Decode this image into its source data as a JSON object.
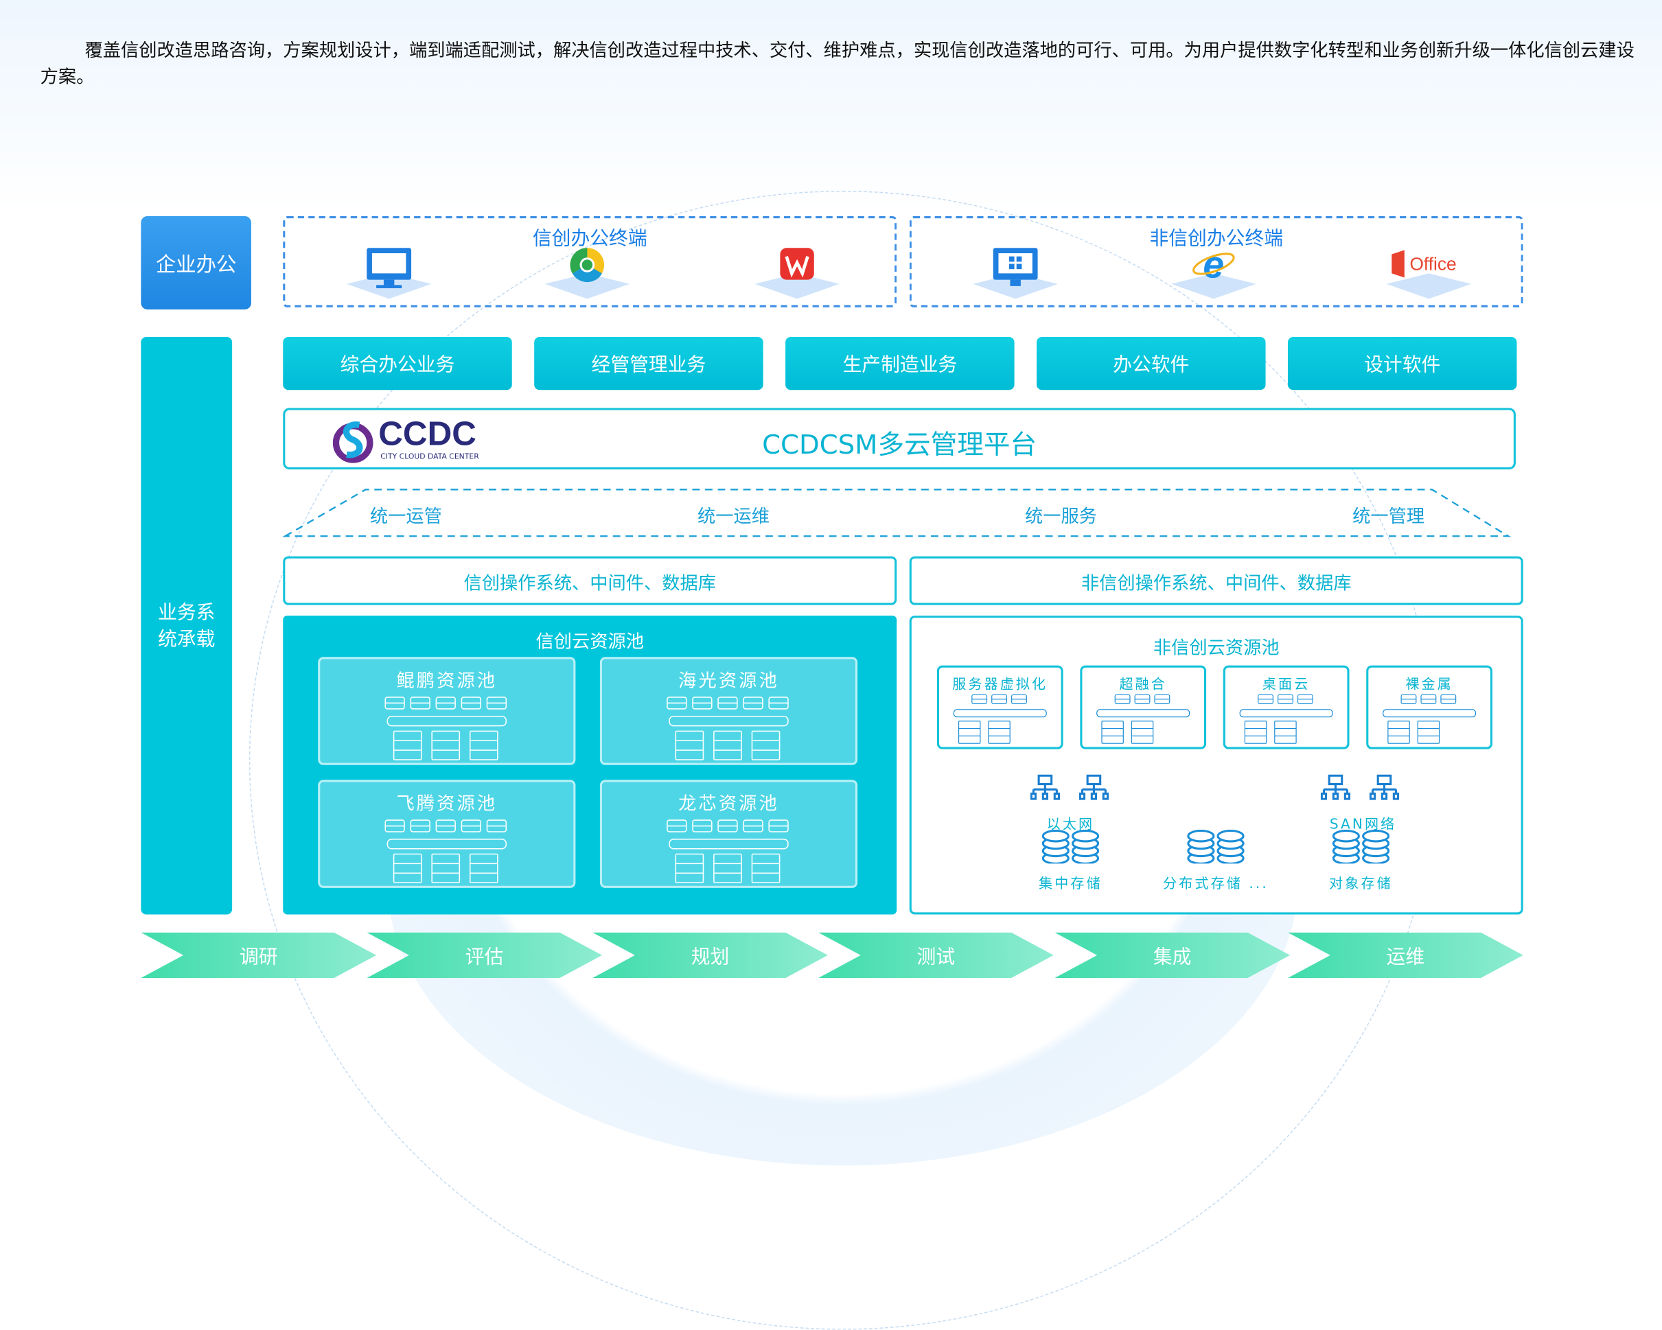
{
  "intro": "覆盖信创改造思路咨询，方案规划设计，端到端适配测试，解决信创改造过程中技术、交付、维护难点，实现信创改造落地的可行、可用。为用户提供数字化转型和业务创新升级一体化信创云建设方案。",
  "enterprise_office": "企业办公",
  "xc_terminal": {
    "title": "信创办公终端",
    "icons": [
      "monitor-icon",
      "browser-icon",
      "wps-icon"
    ]
  },
  "nxc_terminal": {
    "title": "非信创办公终端",
    "icons": [
      "windows-monitor-icon",
      "ie-icon"
    ],
    "office_label": "Office"
  },
  "business_bar": "业务系统承载",
  "business": [
    "综合办公业务",
    "经管管理业务",
    "生产制造业务",
    "办公软件",
    "设计软件"
  ],
  "platform": {
    "logo": "CCDC",
    "logo_sub": "CITY CLOUD DATA CENTER",
    "title": "CCDCSM多云管理平台"
  },
  "unified": [
    "统一运管",
    "统一运维",
    "统一服务",
    "统一管理"
  ],
  "os": [
    "信创操作系统、中间件、数据库",
    "非信创操作系统、中间件、数据库"
  ],
  "xc_pool": {
    "title": "信创云资源池",
    "subs": [
      "鲲鹏资源池",
      "海光资源池",
      "飞腾资源池",
      "龙芯资源池"
    ]
  },
  "nxc_pool": {
    "title": "非信创云资源池",
    "subs": [
      "服务器虚拟化",
      "超融合",
      "桌面云",
      "裸金属"
    ],
    "ethernet": "以太网",
    "san": "SAN网络",
    "storage": [
      "集中存储",
      "分布式存储 ...",
      "对象存储"
    ]
  },
  "steps": [
    "调研",
    "评估",
    "规划",
    "测试",
    "集成",
    "运维"
  ],
  "colors": {
    "cyan": "#00c6dc",
    "blue": "#1f86e2",
    "green": "#5ee4b8"
  }
}
